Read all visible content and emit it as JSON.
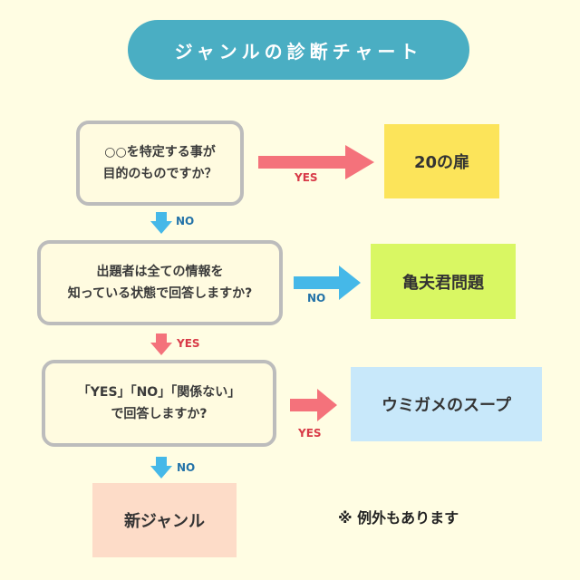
{
  "title": "ジャンルの診断チャート",
  "colors": {
    "background": "#fffde3",
    "title_pill": "#4aaec3",
    "box_border": "#bcbcbc",
    "yes_arrow": "#f4727b",
    "no_arrow": "#45b8e8",
    "yes_text": "#d83a47",
    "no_text": "#2473a8",
    "result_1": "#fce45a",
    "result_2": "#d9f763",
    "result_3": "#c8e8fa",
    "result_4": "#fddcc8"
  },
  "questions": [
    {
      "lines": [
        "○○を特定する事が",
        "目的のものですか？"
      ]
    },
    {
      "lines": [
        "出題者は全ての情報を",
        "知っている状態で回答しますか?"
      ]
    },
    {
      "lines": [
        "「YES」「NO」「関係ない」",
        "で回答しますか?"
      ]
    }
  ],
  "arrows": {
    "q1_right": {
      "label": "YES",
      "kind": "yes",
      "icon": "arrow-right-icon"
    },
    "q1_down": {
      "label": "NO",
      "kind": "no",
      "icon": "arrow-down-icon"
    },
    "q2_right": {
      "label": "NO",
      "kind": "no",
      "icon": "arrow-right-icon"
    },
    "q2_down": {
      "label": "YES",
      "kind": "yes",
      "icon": "arrow-down-icon"
    },
    "q3_right": {
      "label": "YES",
      "kind": "yes",
      "icon": "arrow-right-icon"
    },
    "q3_down": {
      "label": "NO",
      "kind": "no",
      "icon": "arrow-down-icon"
    }
  },
  "results": [
    {
      "label": "20の扉"
    },
    {
      "label": "亀夫君問題"
    },
    {
      "label": "ウミガメのスープ"
    },
    {
      "label": "新ジャンル"
    }
  ],
  "note": "※ 例外もあります"
}
